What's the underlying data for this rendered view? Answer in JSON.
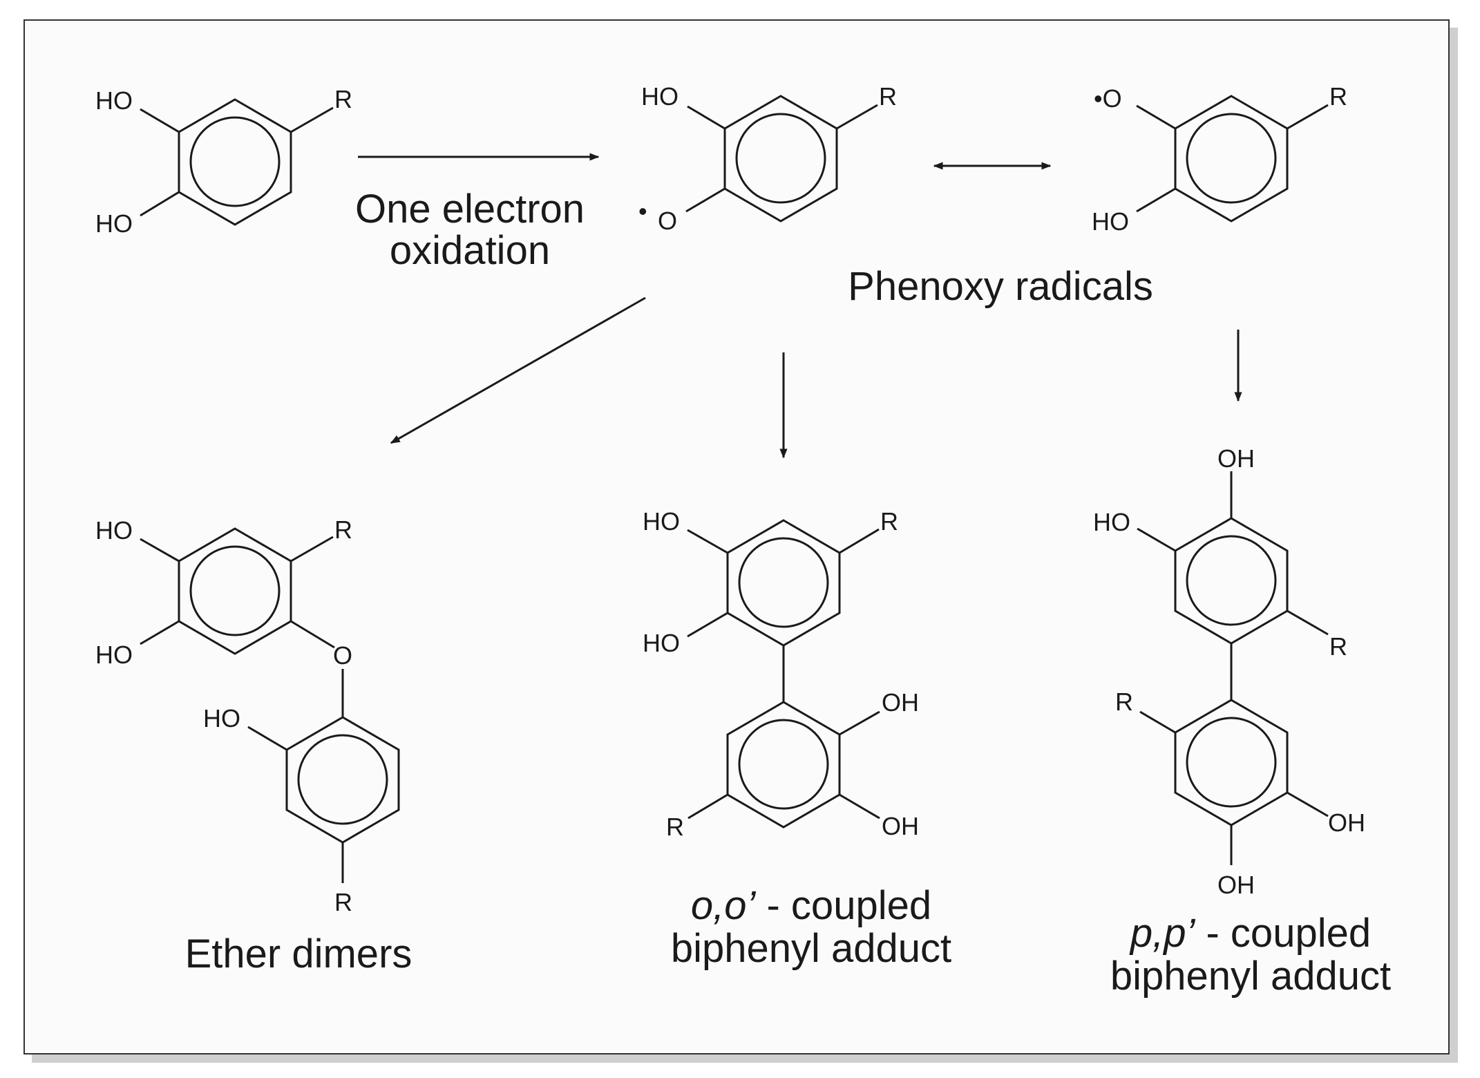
{
  "atoms": {
    "ho": "HO",
    "oh": "OH",
    "r": "R",
    "o": "O",
    "o_radical": "•O",
    "radical_dot": "•"
  },
  "captions": {
    "oxidation_line1": "One electron",
    "oxidation_line2": "oxidation",
    "phenoxy_radicals": "Phenoxy radicals",
    "ether_dimers": "Ether dimers",
    "oo_prefix": "o,o’",
    "oo_suffix": " - coupled",
    "oo_line2": "biphenyl adduct",
    "pp_prefix": "p,p’",
    "pp_suffix": " - coupled",
    "pp_line2": "biphenyl adduct"
  }
}
